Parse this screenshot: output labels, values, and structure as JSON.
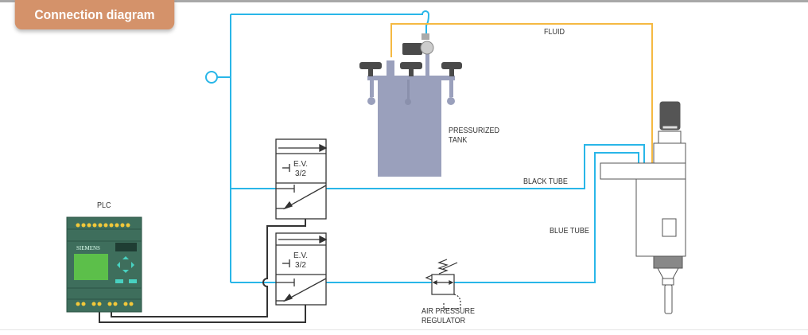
{
  "header": {
    "title": "Connection diagram"
  },
  "labels": {
    "plc": "PLC",
    "plc_brand": "SIEMENS",
    "fluid": "FLUID",
    "tank_line1": "PRESSURIZED",
    "tank_line2": "TANK",
    "black_tube": "BLACK TUBE",
    "blue_tube": "BLUE TUBE",
    "regulator_line1": "AIR PRESSURE",
    "regulator_line2": "REGULATOR",
    "valve_line1": "E.V.",
    "valve_line2": "3/2"
  },
  "colors": {
    "air": "#29b6e8",
    "fluid": "#f5b942",
    "wire": "#333333",
    "tab": "#d4926a",
    "plc": "#3e6e5c",
    "tank": "#9aa0bc"
  }
}
